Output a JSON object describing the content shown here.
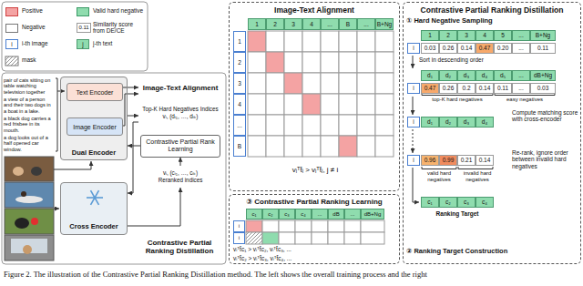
{
  "diagram": {
    "caption": "Figure 2. The illustration of the Contrastive Partial Ranking Distillation method. The left shows the overall training process and the right",
    "nodes": [
      {
        "text": [
          "Dual Encoder"
        ]
      },
      {
        "text": [
          "Text Encoder"
        ],
        "in": 0
      },
      {
        "text": [
          "Image Encoder"
        ],
        "in": 0
      },
      {
        "text": [
          "Cross Encoder"
        ]
      },
      {
        "text": [
          "Image-Text Alignment"
        ]
      },
      {
        "text": [
          "Top-K Hard Negatives Indices",
          "vᵢ, (dᵢ₁, …, dᵢₖ)"
        ]
      },
      {
        "text": [
          "Contrastive Partial Rank Learning"
        ]
      },
      {
        "text": [
          "vᵢ, (cᵢ₁, …, cᵢₖ)",
          "Reranked indices"
        ]
      },
      {
        "text": [
          "Image-Text Alignment"
        ]
      },
      {
        "text": [
          "③ Contrastive Partial Ranking Learning"
        ]
      },
      {
        "text": [
          "Contrastive Partial Ranking Distillation"
        ]
      }
    ],
    "edges": [
      {
        "from": 1,
        "to": 4,
        "arrow": "to"
      },
      {
        "from": 2,
        "to": 4,
        "arrow": "to"
      },
      {
        "from": 0,
        "to": 5,
        "arrow": "to"
      },
      {
        "from": 5,
        "to": 3,
        "arrow": "to"
      },
      {
        "from": 3,
        "to": 7,
        "arrow": "to"
      },
      {
        "from": 7,
        "to": 6,
        "arrow": "to"
      },
      {
        "from": 6,
        "to": 0,
        "arrow": "to"
      }
    ],
    "labels": [
      "0.11",
      "i",
      "j",
      "pair of cats sitting on table watching television together",
      "a view of a person and their two dogs in a boat in a lake.",
      "a black dog carries a red frisbee in its mouth.",
      "a dog looks out of a half opened car window.",
      "Contrastive Partial Ranking Distillation",
      "1",
      "2",
      "3",
      "4",
      "...",
      "B",
      "...",
      "B+Ng",
      "1",
      "2",
      "3",
      "4",
      "...",
      "B",
      "vᵢᵀt̂ᵢ > vᵢᵀt̂ⱼ, j ≠ i",
      "c₁",
      "c₂",
      "c₃",
      "c₄",
      "...",
      "dB",
      "...",
      "dB+Ng",
      "i",
      "i",
      "vᵢᵀt̂c₁ > vᵢᵀt̂c₂, vᵢᵀt̂c₃, ...",
      "vᵢᵀt̂c₂ > vᵢᵀt̂c₃, vᵢᵀt̂c₄, ...",
      "① Hard Negative Sampling",
      "1",
      "2",
      "3",
      "4",
      "5",
      "...",
      "B+Ng",
      "i",
      "0.03",
      "0.26",
      "0.14",
      "0.47",
      "0.20",
      "...",
      "0.11",
      "Sort in descending order",
      "d₁",
      "d₂",
      "d₃",
      "d₄",
      "d₅",
      "...",
      "dB+Ng",
      "i",
      "0.47",
      "0.26",
      "0.2",
      "0.14",
      "0.11",
      "...",
      "0.03",
      "top-K hard negatives",
      "easy negatives",
      "i",
      "d₁",
      "d₂",
      "d₃",
      "d₄",
      "Compute matching score with cross-encoder",
      "i",
      "0.96",
      "0.99",
      "0.21",
      "0.14",
      "valid hard negatives",
      "invalid hard negatives",
      "Re-rank, ignore order between invalid hard negatives",
      "c₁",
      "c₂",
      "c₃",
      "c₄",
      "Ranking Target",
      "② Ranking Target Construction"
    ],
    "legend": [
      {
        "text": "Positive",
        "color": "#f4a3a3"
      },
      {
        "text": "Valid hard negative",
        "color": "#8fdcae"
      },
      {
        "text": "Negative",
        "color": "#ffffff"
      },
      {
        "text": "Similarity score from DE/CE"
      },
      {
        "text": "i-th image"
      },
      {
        "text": "j-th text"
      },
      {
        "text": "mask"
      }
    ]
  }
}
